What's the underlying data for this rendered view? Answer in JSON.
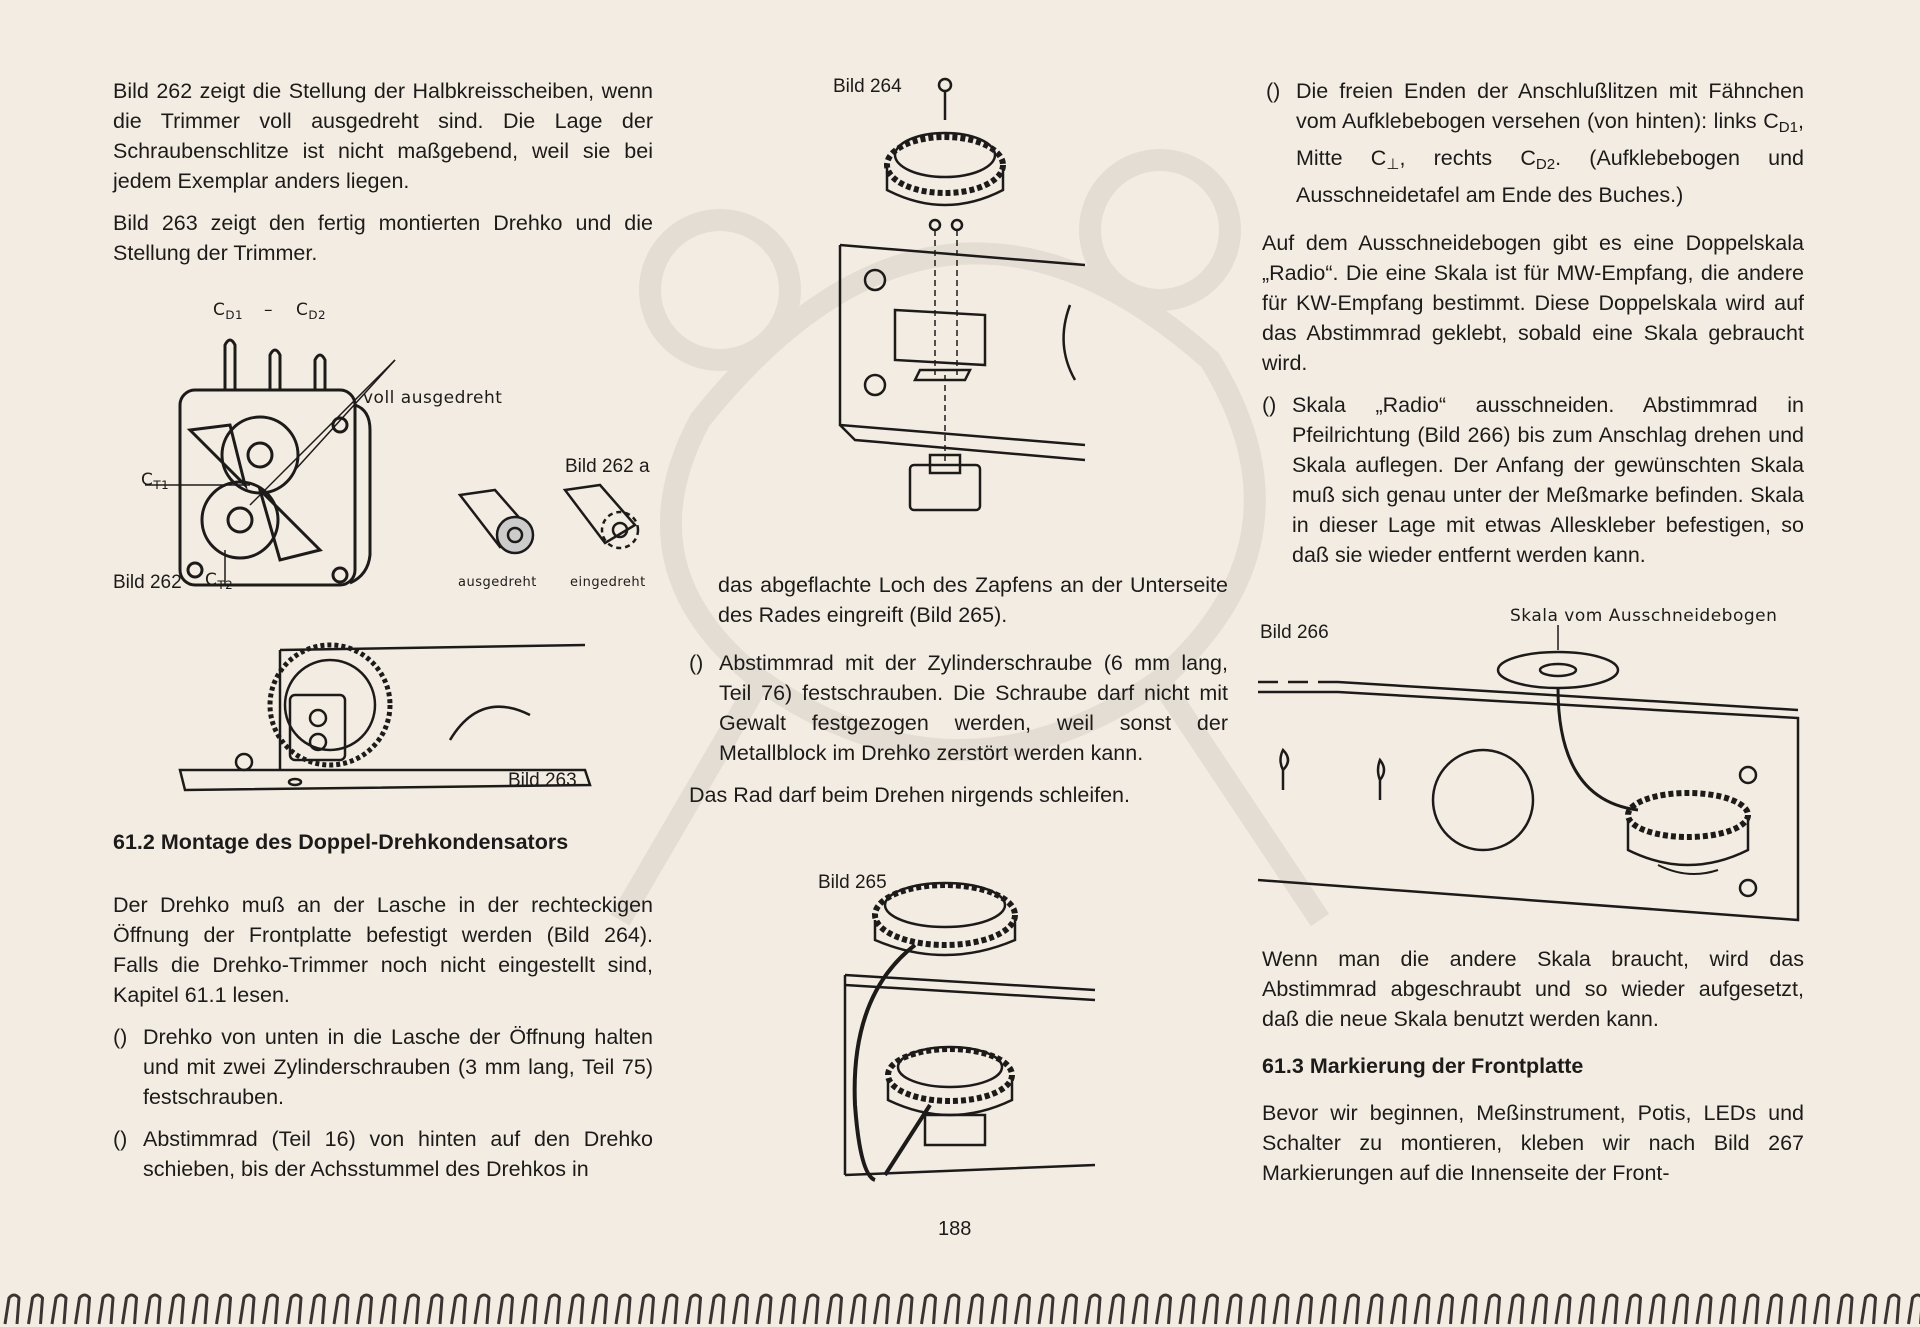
{
  "left": {
    "para1": "Bild 262 zeigt die Stellung der Halbkreisscheiben, wenn die Trimmer voll ausgedreht sind. Die Lage der Schraubenschlitze ist nicht maßgebend, weil sie bei jedem Exemplar anders liegen.",
    "para2": "Bild 263 zeigt den fertig montierten Drehko und die Stellung der Trimmer.",
    "fig262": {
      "caption": "Bild 262",
      "cd1": "C",
      "cd1_sub": "D1",
      "minus": "–",
      "cd2": "C",
      "cd2_sub": "D2",
      "ct1": "C",
      "ct1_sub": "T1",
      "ct2": "C",
      "ct2_sub": "T2",
      "voll": "voll ausgedreht"
    },
    "fig262a": {
      "caption": "Bild 262 a",
      "left": "ausgedreht",
      "right": "eingedreht"
    },
    "fig263": {
      "caption": "Bild 263"
    },
    "heading": "61.2 Montage des Doppel-Drehkondensators",
    "para3": "Der Drehko muß an der Lasche in der rechteckigen Öffnung der Frontplatte befestigt werden (Bild 264). Falls die Drehko-Trimmer noch nicht eingestellt sind, Kapitel 61.1 lesen.",
    "item1": "Drehko von unten in die Lasche der Öffnung halten und mit zwei Zylinderschrauben (3 mm lang, Teil 75) festschrauben.",
    "item2": "Abstimmrad (Teil 16) von hinten auf den Drehko schieben, bis der Achsstummel des Drehkos in"
  },
  "middle": {
    "fig264": {
      "caption": "Bild 264"
    },
    "para1": "das abgeflachte Loch des Zapfens an der Unterseite des Rades eingreift (Bild 265).",
    "item1": "Abstimmrad mit der Zylinderschraube (6 mm lang, Teil 76) festschrauben. Die Schraube darf nicht mit Gewalt festgezogen werden, weil sonst der Metallblock im Drehko zerstört werden kann.",
    "para2": "Das Rad darf beim Drehen nirgends schleifen.",
    "fig265": {
      "caption": "Bild 265"
    }
  },
  "right": {
    "item1_a": "Die freien Enden der Anschlußlitzen mit Fähnchen vom Aufklebebogen versehen (von hinten): links C",
    "item1_sub1": "D1",
    "item1_b": ", Mitte C",
    "item1_sub2": "⊥",
    "item1_c": ", rechts C",
    "item1_sub3": "D2",
    "item1_d": ". (Aufklebebogen und Ausschneidetafel am Ende des Buches.)",
    "para1": "Auf dem Ausschneidebogen gibt es eine Doppelskala „Radio“. Die eine Skala ist für MW-Empfang, die andere für KW-Empfang bestimmt. Diese Doppelskala wird auf das Abstimmrad geklebt, sobald eine Skala gebraucht wird.",
    "item2": "Skala „Radio“ ausschneiden. Abstimmrad in Pfeilrichtung (Bild 266) bis zum Anschlag drehen und Skala auflegen. Der Anfang der gewünschten Skala muß sich genau unter der Meßmarke befinden. Skala in dieser Lage mit etwas Alleskleber befestigen, so daß sie wieder entfernt werden kann.",
    "fig266": {
      "caption": "Bild 266",
      "label": "Skala vom Ausschneidebogen"
    },
    "para2": "Wenn man die andere Skala braucht, wird das Abstimmrad abgeschraubt und so wieder aufgesetzt, daß die neue Skala benutzt werden kann.",
    "heading": "61.3 Markierung der Frontplatte",
    "para3": "Bevor wir beginnen, Meßinstrument, Potis, LEDs und Schalter zu montieren, kleben wir nach Bild 267 Markierungen auf die Innenseite der Front-"
  },
  "checkbox_mark": "()",
  "page_number": "188"
}
